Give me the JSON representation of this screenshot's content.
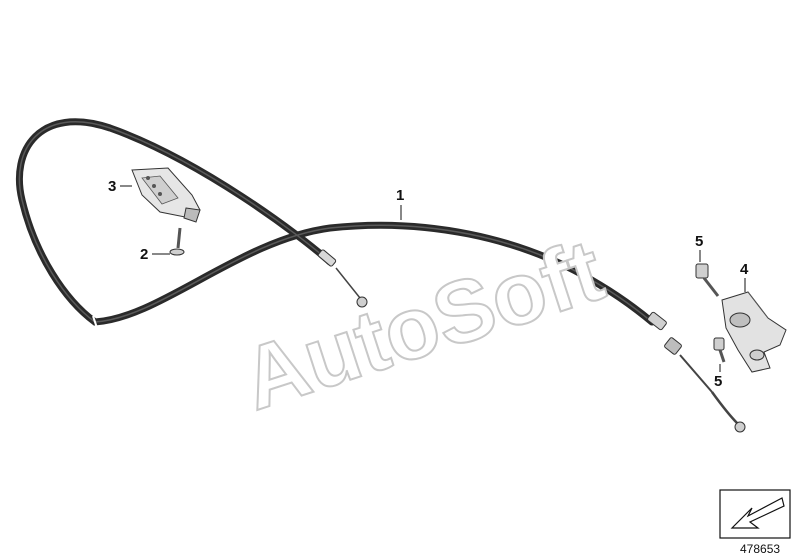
{
  "callouts": {
    "cable": "1",
    "screw": "2",
    "bracket": "3",
    "cable_holder": "4",
    "bolt_top": "5",
    "bolt_bottom": "5"
  },
  "watermark": "AutoSoft",
  "diagram_id": "478653",
  "colors": {
    "cable": "#2a2a2a",
    "metal": "#9a9a9a",
    "watermark_outline": "#c8c8c8"
  }
}
